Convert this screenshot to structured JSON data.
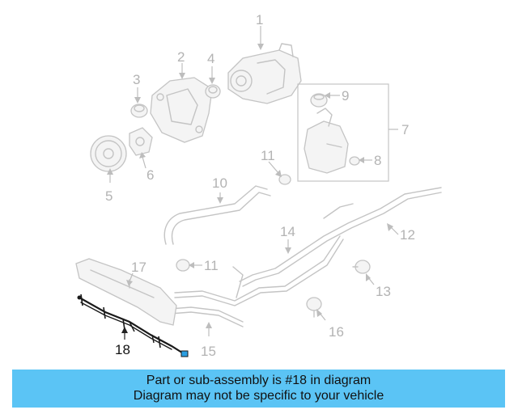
{
  "diagram": {
    "callouts": {
      "c1": "1",
      "c2": "2",
      "c3": "3",
      "c4": "4",
      "c5": "5",
      "c6": "6",
      "c7": "7",
      "c8": "8",
      "c9": "9",
      "c10": "10",
      "c11a": "11",
      "c11b": "11",
      "c12": "12",
      "c13": "13",
      "c14": "14",
      "c15": "15",
      "c16": "16",
      "c17": "17",
      "c18": "18"
    },
    "highlighted_part": "18"
  },
  "banner": {
    "line1": "Part or sub-assembly is #18 in diagram",
    "line2": "Diagram may not be specific to your vehicle",
    "color": "#5bc4f5"
  }
}
